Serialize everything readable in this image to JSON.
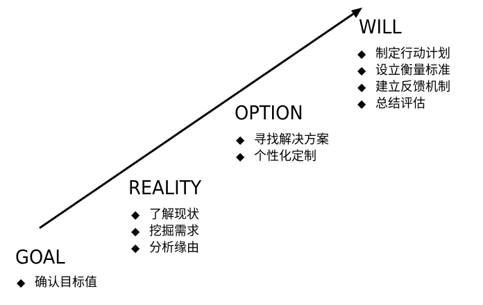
{
  "stages": [
    {
      "id": "goal",
      "title": "GOAL",
      "items": [
        "确认目标值"
      ]
    },
    {
      "id": "reality",
      "title": "REALITY",
      "items": [
        "了解现状",
        "挖掘需求",
        "分析缘由"
      ]
    },
    {
      "id": "option",
      "title": "OPTION",
      "items": [
        "寻找解决方案",
        "个性化定制"
      ]
    },
    {
      "id": "will",
      "title": "WILL",
      "items": [
        "制定行动计划",
        "设立衡量标准",
        "建立反馈机制",
        "总结评估"
      ]
    }
  ],
  "bullet_symbol": "◆",
  "colors": {
    "text": "#000000",
    "arrow": "#000000",
    "background": "#ffffff"
  },
  "icons": {
    "bullet": "diamond-bullet-icon",
    "arrow": "diagonal-arrow-icon"
  }
}
